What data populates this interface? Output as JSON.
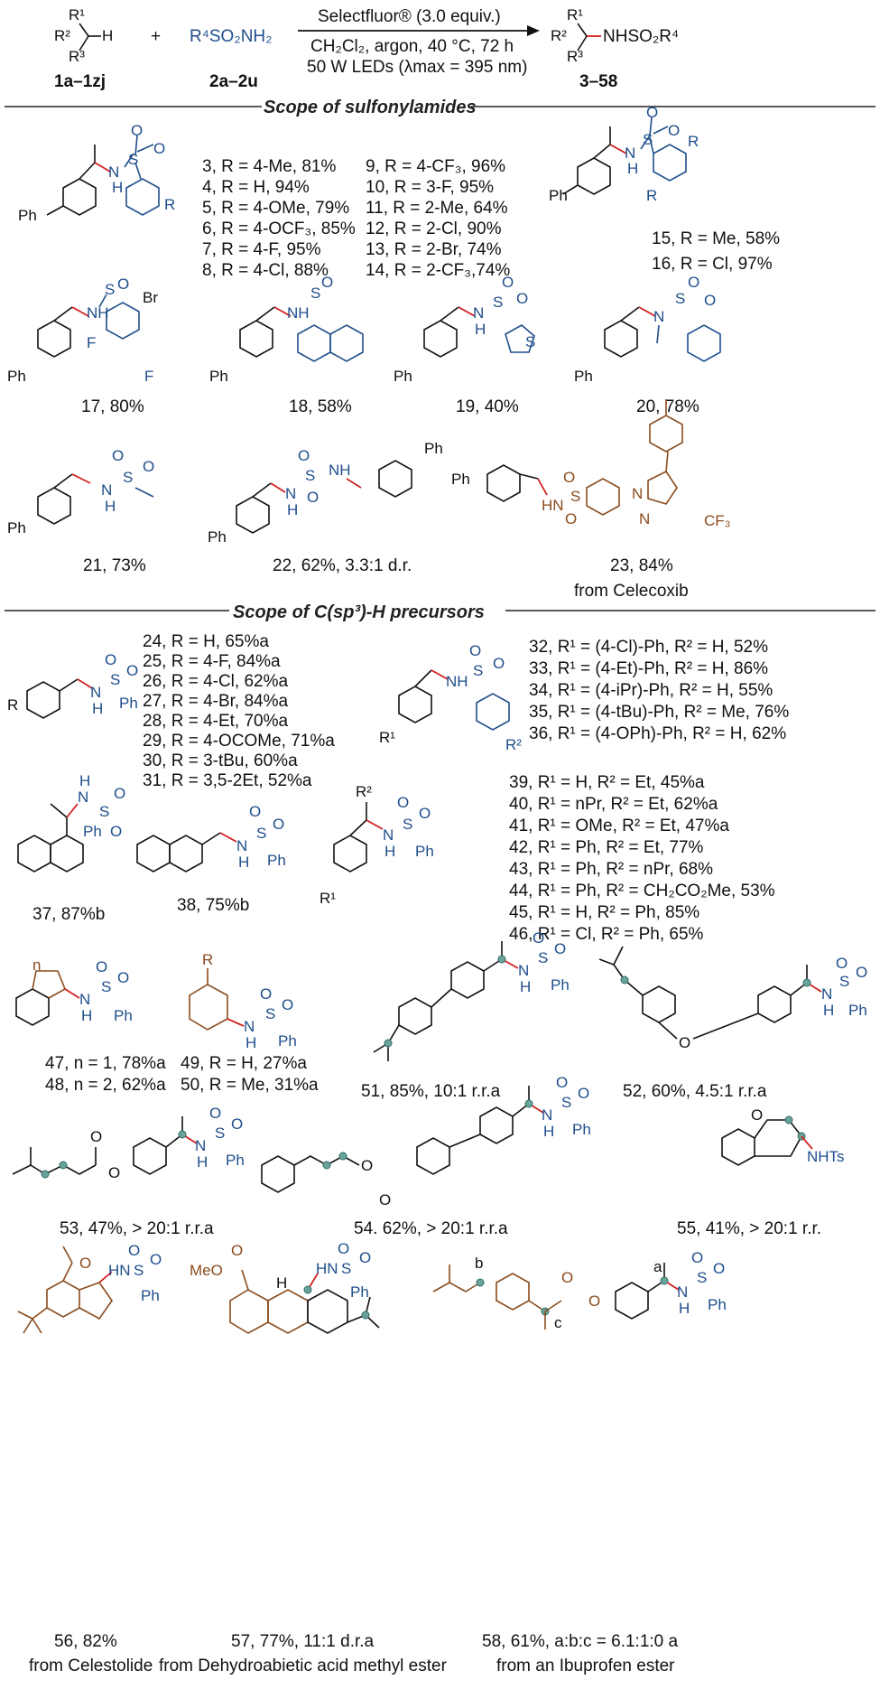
{
  "header": {
    "reagent1_id": "1a–1zj",
    "reagent2_formula": "R⁴SO₂NH₂",
    "reagent2_id": "2a–2u",
    "plus": "+",
    "cond_line1": "Selectfluor® (3.0 equiv.)",
    "cond_line2": "CH₂Cl₂, argon, 40 °C, 72 h",
    "cond_line3": "50 W LEDs (λmax = 395 nm)",
    "product_group": "NHSO₂R⁴",
    "product_id": "3–58"
  },
  "sections": {
    "sulfonylamides": "Scope of sulfonylamides",
    "csp3": "Scope of C(sp³)-H precursors"
  },
  "list_a_left": [
    "3, R = 4-Me, 81%",
    "4, R = H, 94%",
    "5, R = 4-OMe, 79%",
    "6, R = 4-OCF₃, 85%",
    "7, R = 4-F, 95%",
    "8, R = 4-Cl, 88%"
  ],
  "list_a_right": [
    "9,  R = 4-CF₃, 96%",
    "10, R = 3-F,  95%",
    "11, R = 2-Me, 64%",
    "12, R = 2-Cl, 90%",
    "13, R = 2-Br, 74%",
    "14, R = 2-CF₃,74%"
  ],
  "list_15_16": [
    "15, R = Me, 58%",
    "16, R = Cl, 97%"
  ],
  "labels_row2": [
    "17, 80%",
    "18,  58%",
    "19, 40%",
    "20, 78%"
  ],
  "labels_row3": [
    "21, 73%",
    "22,  62%, 3.3:1 d.r.",
    "23, 84%"
  ],
  "note_23": "from Celecoxib",
  "list_24_31": [
    "24, R = H, 65%a",
    "25, R = 4-F, 84%a",
    "26, R = 4-Cl, 62%a",
    "27, R = 4-Br, 84%a",
    "28, R = 4-Et, 70%a",
    "29, R = 4-OCOMe, 71%a",
    "30, R = 3-tBu, 60%a",
    "31, R = 3,5-2Et, 52%a"
  ],
  "list_32_36": [
    "32, R¹ = (4-Cl)-Ph, R² = H, 52%",
    "33, R¹ = (4-Et)-Ph, R² = H, 86%",
    "34, R¹ = (4-iPr)-Ph, R² = H, 55%",
    "35, R¹ = (4-tBu)-Ph, R² = Me, 76%",
    "36, R¹ = (4-OPh)-Ph,  R² = H, 62%"
  ],
  "list_39_46": [
    "39, R¹ = H, R² = Et, 45%a",
    "40, R¹ = nPr, R² = Et, 62%a",
    "41, R¹ = OMe, R² = Et, 47%a",
    "42, R¹ = Ph, R² = Et, 77%",
    "43, R¹ = Ph, R² = nPr, 68%",
    "44, R¹ = Ph, R² = CH₂CO₂Me, 53%",
    "45, R¹ = H, R² = Ph, 85%",
    "46, R¹ = Cl, R² = Ph, 65%"
  ],
  "labels_37_38": [
    "37, 87%b",
    "38, 75%b"
  ],
  "labels_47_50": [
    "47, n = 1, 78%a",
    "48, n = 2, 62%a",
    "49, R = H, 27%a",
    "50, R = Me, 31%a"
  ],
  "labels_51_52": [
    "51, 85%, 10:1 r.r.a",
    "52, 60%, 4.5:1 r.r.a"
  ],
  "labels_53_55": [
    "53, 47%, > 20:1 r.r.a",
    "54. 62%, > 20:1 r.r.a",
    "55, 41%, > 20:1 r.r."
  ],
  "labels_56_58": [
    "56, 82%",
    "57, 77%, 11:1 d.r.a",
    "58, 61%, a:b:c = 6.1:1:0 a"
  ],
  "notes_56_58": [
    "from Celestolide",
    "from Dehydroabietic acid methyl ester",
    "from an Ibuprofen ester"
  ],
  "atoms": {
    "Ph": "Ph",
    "N": "N",
    "H": "H",
    "S": "S",
    "O": "O",
    "NH": "NH",
    "HN": "HN",
    "R": "R",
    "R1": "R¹",
    "R2": "R²",
    "R3": "R³",
    "Br": "Br",
    "F": "F",
    "CF3": "CF₃",
    "NHTs": "NHTs",
    "MeO": "MeO",
    "n": "n",
    "a": "a",
    "b": "b",
    "c": "c",
    "Hst": "H"
  },
  "colors": {
    "sulfonyl": "#1f4e8c",
    "drug": "#8a4b1c",
    "new_bond": "#d21f1f",
    "site_dot": "#6aa39b"
  }
}
